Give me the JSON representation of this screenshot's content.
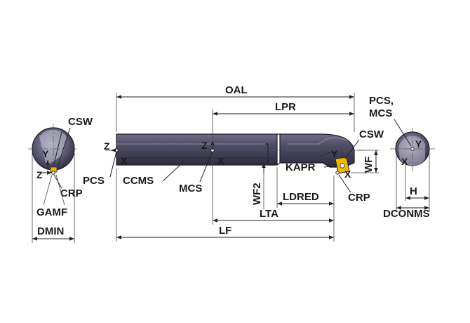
{
  "labels": {
    "oal": "OAL",
    "lpr": "LPR",
    "lf": "LF",
    "lta": "LTA",
    "ldred": "LDRED",
    "wf": "WF",
    "wf2": "WF2",
    "kapr": "KAPR",
    "csw_left": "CSW",
    "csw_right": "CSW",
    "crp_left": "CRP",
    "crp_right": "CRP",
    "gamf": "GAMF",
    "dmin": "DMIN",
    "pcs": "PCS",
    "ccms": "CCMS",
    "mcs": "MCS",
    "pcs_mcs_line1": "PCS,",
    "pcs_mcs_line2": "MCS",
    "h": "H",
    "dconms": "DCONMS",
    "x": "X",
    "y": "Y",
    "z": "Z"
  },
  "colors": {
    "tool_body": "#4f4d66",
    "tool_dark": "#2e2c3f",
    "tool_light": "#7a7893",
    "insert": "#f2b800"
  }
}
